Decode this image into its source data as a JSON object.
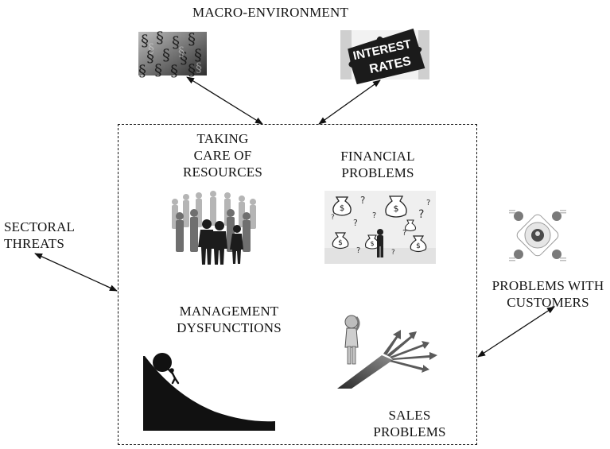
{
  "labels": {
    "macro": "MACRO-ENVIRONMENT",
    "sectoral": [
      "SECTORAL",
      "THREATS"
    ],
    "customers": [
      "PROBLEMS WITH",
      "CUSTOMERS"
    ],
    "resources": [
      "TAKING",
      "CARE OF",
      "RESOURCES"
    ],
    "financial": [
      "FINANCIAL",
      "PROBLEMS"
    ],
    "management": [
      "MANAGEMENT",
      "DYSFUNCTIONS"
    ],
    "sales": [
      "SALES",
      "PROBLEMS"
    ]
  },
  "images": {
    "interest_rates_sign": [
      "INTEREST",
      "RATES"
    ],
    "money_bag_symbol": "$",
    "question_symbol": "?"
  },
  "colors": {
    "ink": "#111111",
    "grey_dark": "#3a3a3a",
    "grey_mid": "#8a8a8a",
    "grey_light": "#d8d8d8"
  }
}
